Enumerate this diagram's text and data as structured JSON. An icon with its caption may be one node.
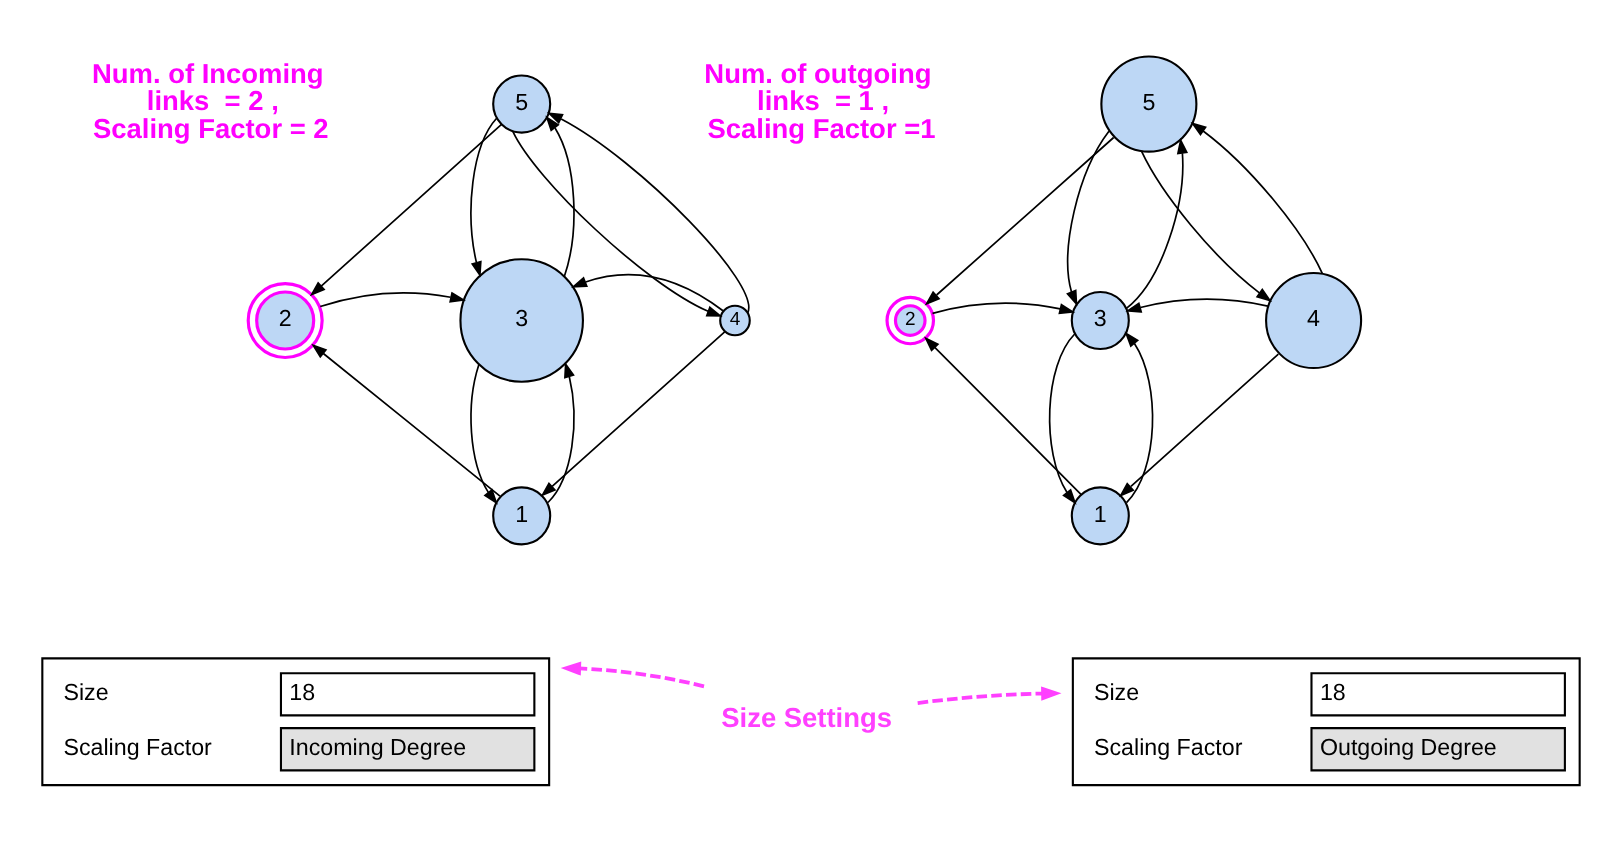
{
  "diagram": {
    "nodes": [
      {
        "text": [
          "5"
        ]
      },
      {
        "text": [
          "2"
        ]
      },
      {
        "text": [
          "3"
        ]
      },
      {
        "text": [
          "4"
        ]
      },
      {
        "text": [
          "1"
        ]
      },
      {
        "text": [
          "5"
        ]
      },
      {
        "text": [
          "2"
        ]
      },
      {
        "text": [
          "3"
        ]
      },
      {
        "text": [
          "4"
        ]
      },
      {
        "text": [
          "1"
        ]
      },
      {
        "text": [
          "Size",
          "18",
          "Scaling Factor",
          "Incoming Degree"
        ]
      },
      {
        "text": [
          "Size Settings"
        ]
      },
      {
        "text": [
          "Size",
          "18",
          "Scaling Factor",
          "Outgoing Degree"
        ]
      }
    ],
    "edges": [
      {
        "from": 0,
        "to": 1,
        "arrow": "to"
      },
      {
        "from": 0,
        "to": 2,
        "arrow": "to"
      },
      {
        "from": 2,
        "to": 0,
        "arrow": "to"
      },
      {
        "from": 0,
        "to": 3,
        "arrow": "to"
      },
      {
        "from": 3,
        "to": 0,
        "arrow": "to"
      },
      {
        "from": 1,
        "to": 2,
        "arrow": "to"
      },
      {
        "from": 3,
        "to": 2,
        "arrow": "to"
      },
      {
        "from": 2,
        "to": 4,
        "arrow": "to"
      },
      {
        "from": 4,
        "to": 2,
        "arrow": "to"
      },
      {
        "from": 4,
        "to": 1,
        "arrow": "to"
      },
      {
        "from": 3,
        "to": 4,
        "arrow": "to"
      },
      {
        "from": 5,
        "to": 6,
        "arrow": "to"
      },
      {
        "from": 5,
        "to": 7,
        "arrow": "to"
      },
      {
        "from": 7,
        "to": 5,
        "arrow": "to"
      },
      {
        "from": 5,
        "to": 8,
        "arrow": "to"
      },
      {
        "from": 8,
        "to": 5,
        "arrow": "to"
      },
      {
        "from": 6,
        "to": 7,
        "arrow": "to"
      },
      {
        "from": 8,
        "to": 7,
        "arrow": "to"
      },
      {
        "from": 7,
        "to": 9,
        "arrow": "to"
      },
      {
        "from": 9,
        "to": 7,
        "arrow": "to"
      },
      {
        "from": 9,
        "to": 6,
        "arrow": "to"
      },
      {
        "from": 8,
        "to": 9,
        "arrow": "to"
      },
      {
        "from": 11,
        "to": 10,
        "arrow": "to",
        "style": "dashed",
        "color": "#ff40ff"
      },
      {
        "from": 11,
        "to": 12,
        "arrow": "to",
        "style": "dashed",
        "color": "#ff40ff"
      }
    ],
    "labels": [
      "Num. of Incoming links  = 2 , Scaling Factor = 2",
      "Num. of outgoing links  = 1 , Scaling Factor =1"
    ]
  }
}
